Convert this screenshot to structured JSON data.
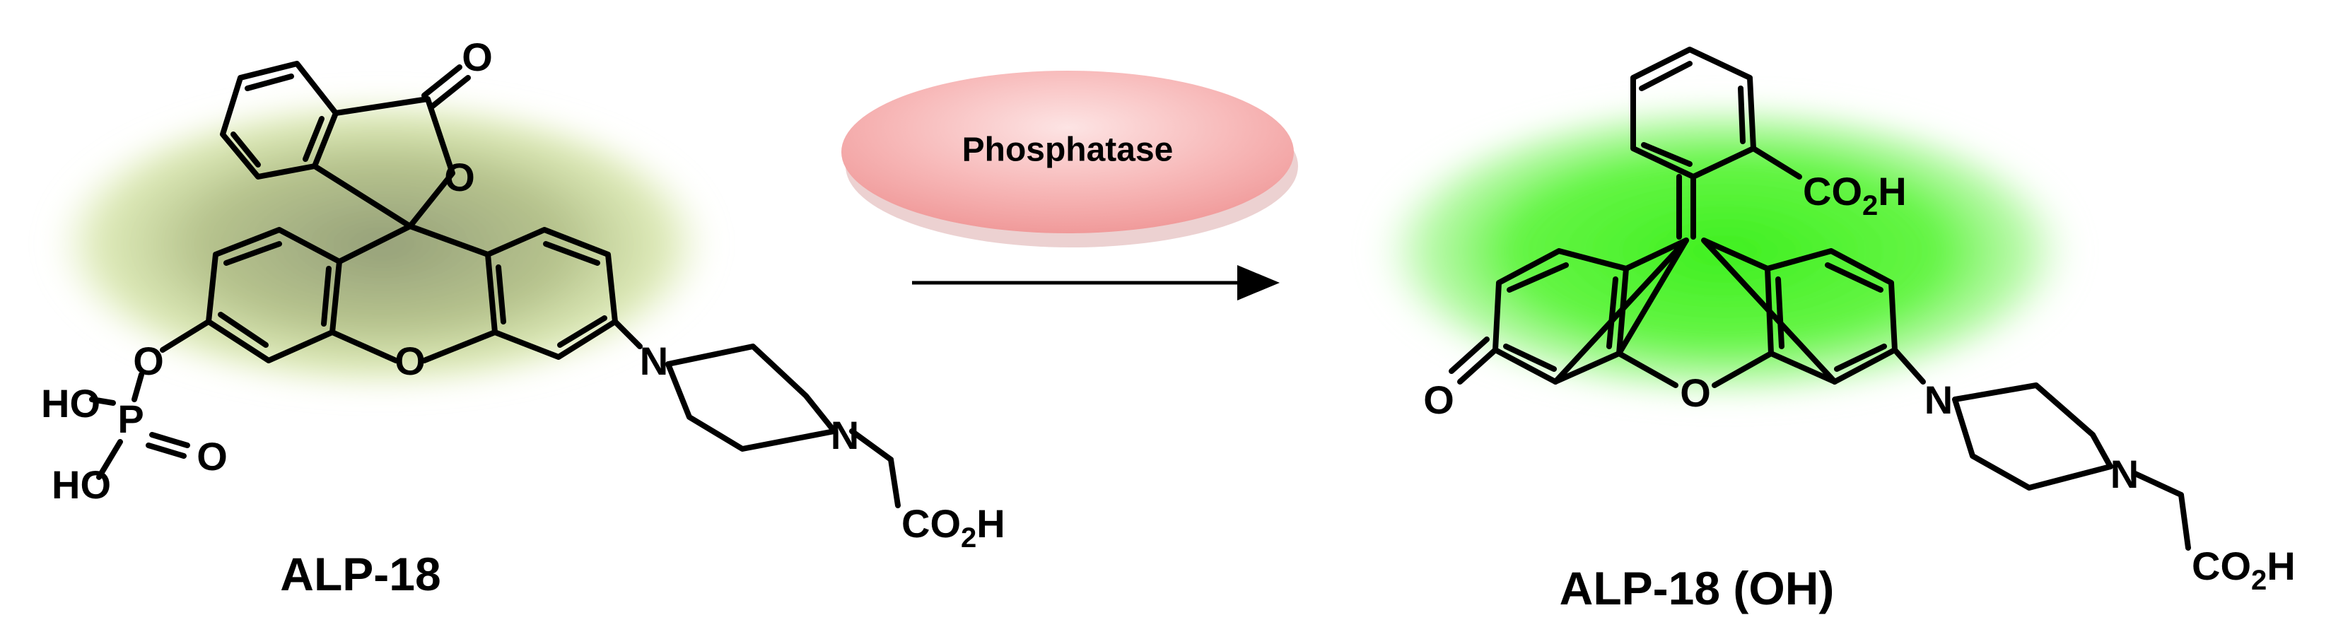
{
  "reaction": {
    "enzyme_label": "Phosphatase",
    "reactant_name": "ALP-18",
    "product_name": "ALP-18 (OH)"
  },
  "reactant_atoms": {
    "carbonyl_o": "O",
    "lactone_o": "O",
    "xanthene_o": "O",
    "ester_o": "O",
    "phosphorus": "P",
    "p_double_o": "O",
    "ho_top": "HO",
    "ho_bottom": "HO",
    "n1": "N",
    "n2": "N",
    "acid_co": "CO",
    "acid_sub": "2",
    "acid_h": "H"
  },
  "product_atoms": {
    "acid_top_co": "CO",
    "acid_top_sub": "2",
    "acid_top_h": "H",
    "keto_o": "O",
    "xanthene_o": "O",
    "n1": "N",
    "n2": "N",
    "acid_co": "CO",
    "acid_sub": "2",
    "acid_h": "H"
  },
  "colors": {
    "reactant_glow": "#c8dc8c",
    "reactant_core": "#a0ae7a",
    "product_glow": "#7cf55a",
    "product_core": "#4cf02c",
    "enzyme_fill": "#f5b3b3"
  }
}
